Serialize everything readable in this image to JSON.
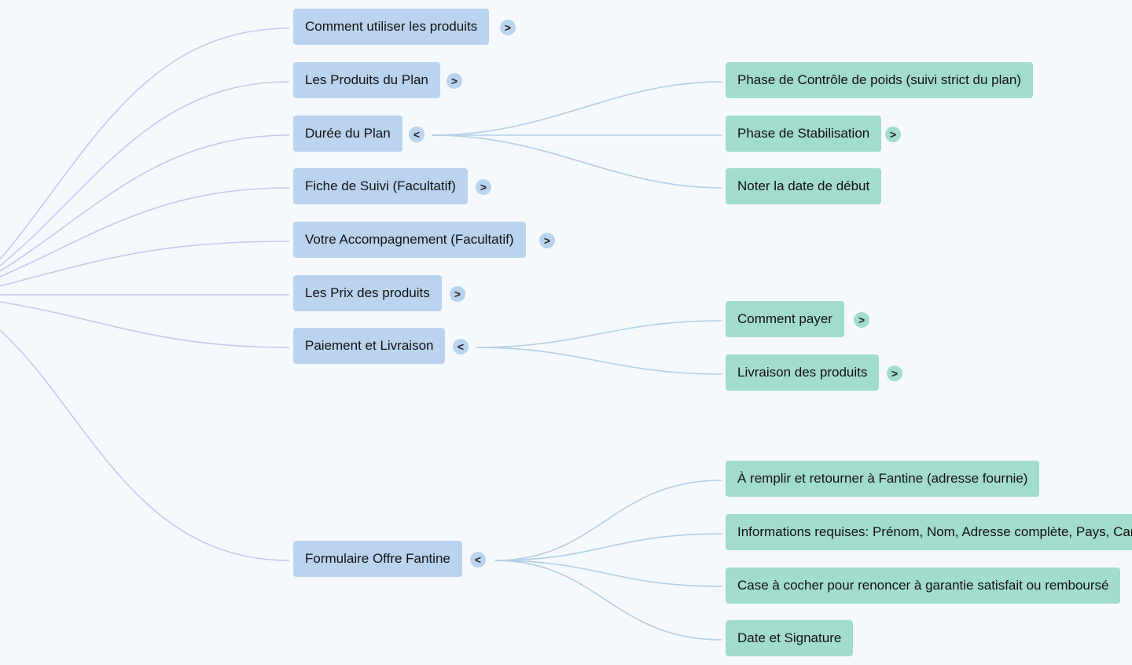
{
  "colors": {
    "background": "#f5f8fc",
    "level1_node": "#bad3ee",
    "level2_node": "#a2dccd",
    "root_edge": "#c6c9f0",
    "child_edge": "#b4cfe6"
  },
  "topics": [
    {
      "label": "Comment utiliser les produits",
      "toggle": ">"
    },
    {
      "label": "Les Produits du Plan",
      "toggle": ">"
    },
    {
      "label": "Durée du Plan",
      "toggle": "<"
    },
    {
      "label": "Fiche de Suivi (Facultatif)",
      "toggle": ">"
    },
    {
      "label": "Votre Accompagnement (Facultatif)",
      "toggle": ">"
    },
    {
      "label": "Les Prix des produits",
      "toggle": ">"
    },
    {
      "label": "Paiement et Livraison",
      "toggle": "<"
    },
    {
      "label": "Formulaire Offre Fantine",
      "toggle": "<"
    }
  ],
  "subtopics": {
    "duree": [
      {
        "label": "Phase de Contrôle de poids (suivi strict du plan)",
        "toggle": ""
      },
      {
        "label": "Phase de Stabilisation",
        "toggle": ">"
      },
      {
        "label": "Noter la date de début",
        "toggle": ""
      }
    ],
    "paiement": [
      {
        "label": "Comment payer",
        "toggle": ">"
      },
      {
        "label": "Livraison des produits",
        "toggle": ">"
      }
    ],
    "formulaire": [
      {
        "label": "À remplir et retourner à Fantine (adresse fournie)",
        "toggle": ""
      },
      {
        "label": "Informations requises: Prénom, Nom, Adresse complète, Pays, Car",
        "toggle": ""
      },
      {
        "label": "Case à cocher pour renoncer à garantie satisfait ou remboursé",
        "toggle": ""
      },
      {
        "label": "Date et Signature",
        "toggle": ""
      }
    ]
  }
}
